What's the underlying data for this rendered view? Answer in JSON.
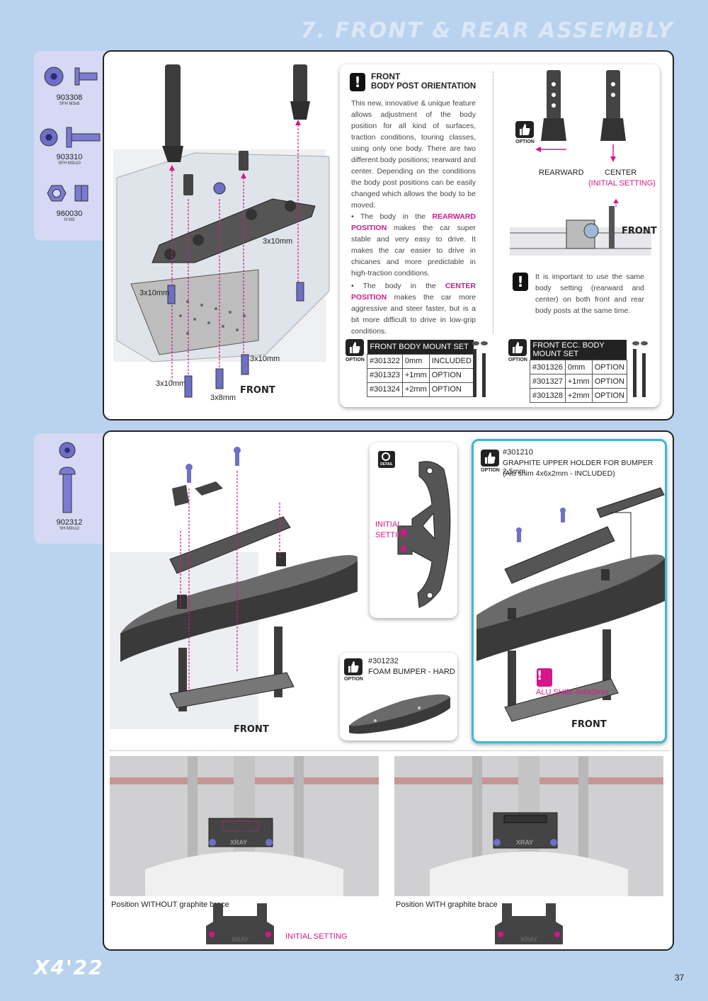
{
  "header": {
    "title": "7. FRONT & REAR ASSEMBLY"
  },
  "parts_top": [
    {
      "number": "903308",
      "desc": "SFH M3x8"
    },
    {
      "number": "903310",
      "desc": "SFH M3x10"
    },
    {
      "number": "960030",
      "desc": "N M3"
    }
  ],
  "parts_bottom": [
    {
      "number": "902312",
      "desc": "SH M3x12"
    }
  ],
  "step1": {
    "dims": {
      "a": "3x10mm",
      "b": "3x10mm",
      "c": "3x10mm",
      "d": "3x10mm",
      "e": "3x8mm"
    },
    "front_label": "FRONT",
    "info": {
      "front": "FRONT",
      "title": "BODY POST ORIENTATION",
      "para1": "This new, innovative & unique feature allows adjustment of the body position for all kind of surfaces, traction conditions, touring classes, using only one body. There are two different body positions; rearward and center. Depending on the conditions the body post positions can be easily changed which allows the body to be moved.",
      "bullet1_pre": "The body in the",
      "bullet1_hl": "REARWARD POSITION",
      "bullet1_post": "makes the car super stable and very easy to drive. It makes the car easier to drive in chicanes and more predictable in high-traction conditions.",
      "bullet2_pre": "The body in the",
      "bullet2_hl": "CENTER POSITION",
      "bullet2_post": "makes the car more aggressive and steer faster, but is a bit more difficult to drive in low-grip conditions.",
      "option": "OPTION",
      "rearward": "REARWARD",
      "center": "CENTER",
      "initial_setting": "(INITIAL SETTING)",
      "front2": "FRONT",
      "note": "It is important to use the same body setting (rearward and center) on both front and rear body posts at the same time."
    },
    "table1": {
      "title": "FRONT BODY MOUNT SET",
      "rows": [
        [
          "#301322",
          "0mm",
          "INCLUDED"
        ],
        [
          "#301323",
          "+1mm",
          "OPTION"
        ],
        [
          "#301324",
          "+2mm",
          "OPTION"
        ]
      ]
    },
    "table2": {
      "title": "FRONT ECC. BODY MOUNT SET",
      "rows": [
        [
          "#301326",
          "0mm",
          "OPTION"
        ],
        [
          "#301327",
          "+1mm",
          "OPTION"
        ],
        [
          "#301328",
          "+2mm",
          "OPTION"
        ]
      ]
    },
    "option_label": "OPTION"
  },
  "step2": {
    "front_label": "FRONT",
    "detail": {
      "badge": "DETAIL",
      "label1": "INITIAL",
      "label2": "SETTING"
    },
    "foam": {
      "option": "OPTION",
      "number": "#301232",
      "name": "FOAM BUMPER - HARD"
    },
    "graphite": {
      "option": "OPTION",
      "number": "#301210",
      "name": "GRAPHITE UPPER HOLDER FOR BUMPER 2.5mm",
      "note": "(Alu shim 4x6x2mm - INCLUDED)",
      "shim": "ALU SHIM 4x6x2mm",
      "front": "FRONT"
    },
    "without": {
      "caption": "Position WITHOUT graphite brace",
      "initial": "INITIAL SETTING",
      "brand": "XRAY"
    },
    "with": {
      "caption": "Position WITH graphite brace",
      "brand": "XRAY"
    }
  },
  "footer": {
    "logo": "X4'22",
    "page": "37"
  },
  "colors": {
    "accent": "#d4178a",
    "background": "#b9d2ee",
    "panel": "#d6d9f3"
  }
}
